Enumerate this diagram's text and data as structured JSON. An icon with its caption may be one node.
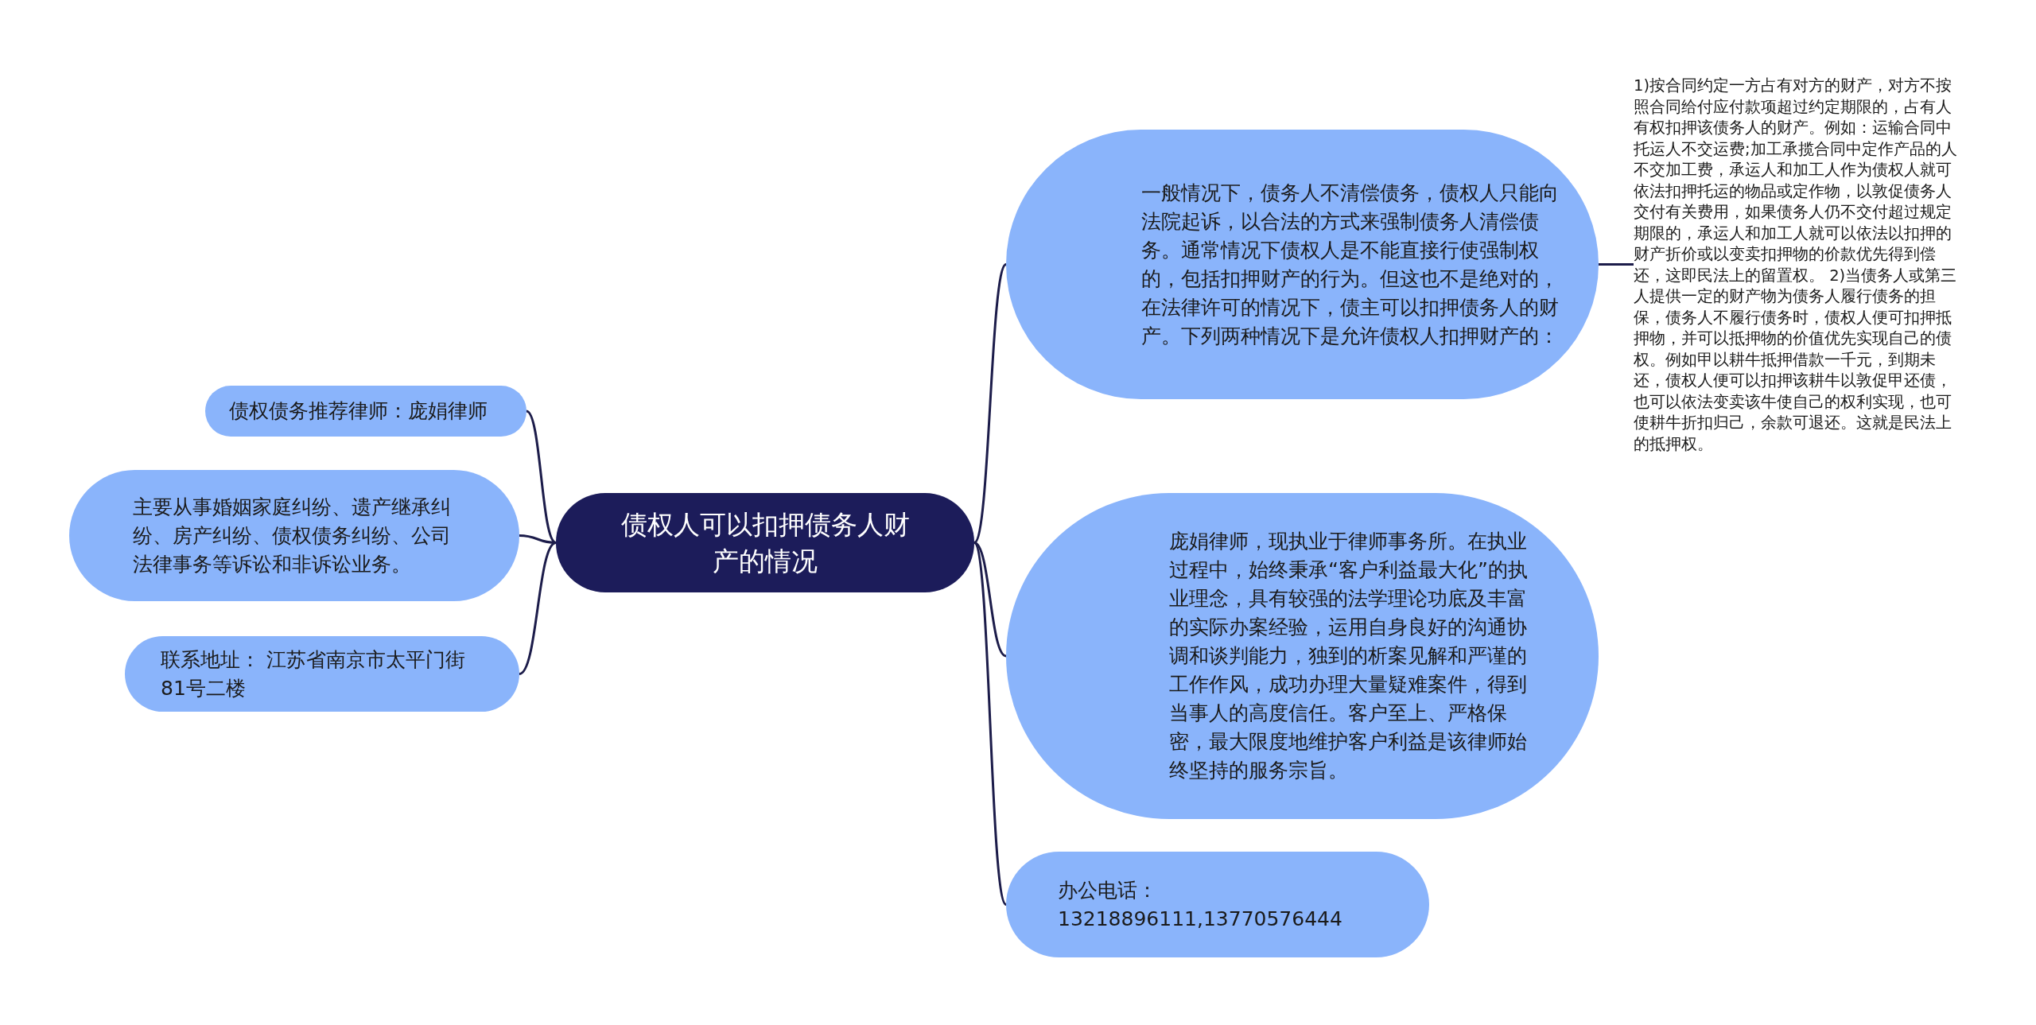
{
  "diagram": {
    "nodes": [
      {
        "text": [
          "债权人可以扣押债务人财产的情况"
        ]
      },
      {
        "text": [
          "一般情况下，债务人不清偿债务，债权人只能向法院起诉，以合法的方式来强制债务人清偿债务。通常情况下债权人是不能直接行使强制权的，包括扣押财产的行为。但这也不是绝对的，在法律许可的情况下，债主可以扣押债务人的财产。下列两种情况下是允许债权人扣押财产的："
        ]
      },
      {
        "text": [
          "1)按合同约定一方占有对方的财产，对方不按照合同给付应付款项超过约定期限的，占有人有权扣押该债务人的财产。例如：运输合同中托运人不交运费;加工承揽合同中定作产品的人不交加工费，承运人和加工人作为债权人就可依法扣押托运的物品或定作物，以敦促债务人交付有关费用，如果债务人仍不交付超过规定期限的，承运人和加工人就可以依法以扣押的财产折价或以变卖扣押物的价款优先得到偿还，这即民法上的留置权。 2)当债务人或第三人提供一定的财产物为债务人履行债务的担保，债务人不履行债务时，债权人便可扣押抵押物，并可以抵押物的价值优先实现自己的债权。例如甲以耕牛抵押借款一千元，到期未还，债权人便可以扣押该耕牛以敦促甲还债，也可以依法变卖该牛使自己的权利实现，也可使耕牛折扣归己，余款可退还。这就是民法上的抵押权。"
        ]
      },
      {
        "text": [
          "庞娟律师，现执业于律师事务所。在执业过程中，始终秉承“客户利益最大化”的执业理念，具有较强的法学理论功底及丰富的实际办案经验，运用自身良好的沟通协调和谈判能力，独到的析案见解和严谨的工作作风，成功办理大量疑难案件，得到当事人的高度信任。客户至上、严格保密，最大限度地维护客户利益是该律师始终坚持的服务宗旨。"
        ]
      },
      {
        "text": [
          "办公电话： 13218896111,13770576444"
        ]
      },
      {
        "text": [
          "债权债务推荐律师：庞娟律师"
        ]
      },
      {
        "text": [
          "主要从事婚姻家庭纠纷、遗产继承纠纷、房产纠纷、债权债务纠纷、公司法律事务等诉讼和非诉讼业务。"
        ]
      },
      {
        "text": [
          "联系地址： 江苏省南京市太平门街81号二楼"
        ]
      }
    ],
    "edges": [
      {
        "from": 0,
        "to": 1,
        "arrow": "none"
      },
      {
        "from": 1,
        "to": 2,
        "arrow": "none"
      },
      {
        "from": 0,
        "to": 3,
        "arrow": "none"
      },
      {
        "from": 0,
        "to": 4,
        "arrow": "none"
      },
      {
        "from": 0,
        "to": 5,
        "arrow": "none"
      },
      {
        "from": 0,
        "to": 6,
        "arrow": "none"
      },
      {
        "from": 0,
        "to": 7,
        "arrow": "none"
      }
    ]
  }
}
